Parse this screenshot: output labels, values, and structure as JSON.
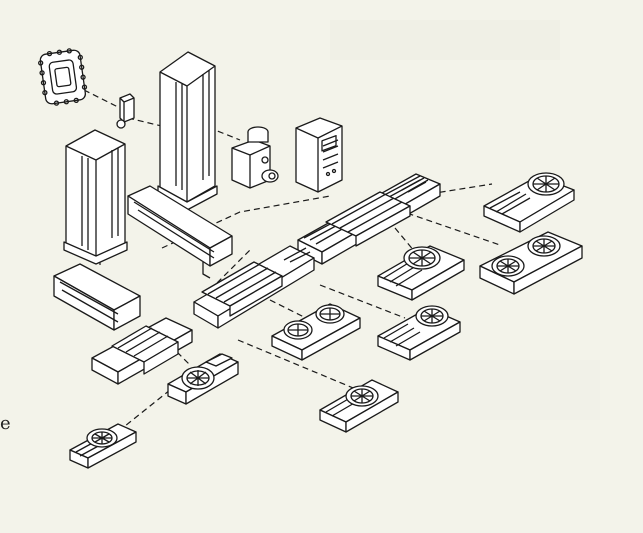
{
  "page": {
    "background": "#f3f3ea",
    "ink": "#1a1a1a",
    "edge_letter": "e"
  },
  "diagram": {
    "components": [
      {
        "name": "cnc-controller-chip"
      },
      {
        "name": "servo-motor-small"
      },
      {
        "name": "column-tall-center"
      },
      {
        "name": "column-tall-left"
      },
      {
        "name": "spindle-head-motor"
      },
      {
        "name": "control-cabinet"
      },
      {
        "name": "long-linear-slide-top"
      },
      {
        "name": "base-bed-left"
      },
      {
        "name": "short-bed-left"
      },
      {
        "name": "linear-slide-middle"
      },
      {
        "name": "linear-slide-lower-left"
      },
      {
        "name": "rotary-table-single-top-right"
      },
      {
        "name": "rotary-table-double-right"
      },
      {
        "name": "rotary-table-single-mid"
      },
      {
        "name": "rotary-table-double-center"
      },
      {
        "name": "rotary-table-single-center-right"
      },
      {
        "name": "rotary-table-dual-left"
      },
      {
        "name": "rotary-table-single-bottom-center"
      },
      {
        "name": "rotary-table-single-bottom-left"
      }
    ]
  }
}
